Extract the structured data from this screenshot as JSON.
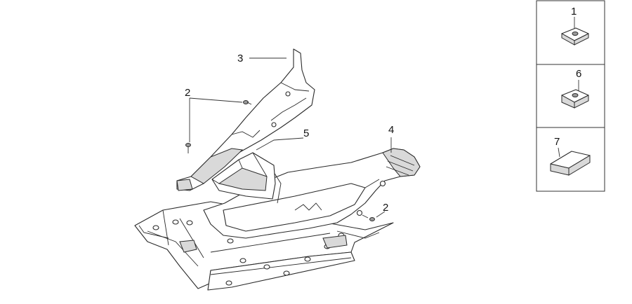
{
  "callouts": {
    "c1": "1",
    "c2_top": "2",
    "c2_bottom": "2",
    "c3": "3",
    "c4": "4",
    "c5": "5",
    "c6": "6",
    "c7": "7"
  },
  "colors": {
    "line": "#2a2a2a",
    "shade": "#d9d9d9",
    "background": "#ffffff"
  }
}
